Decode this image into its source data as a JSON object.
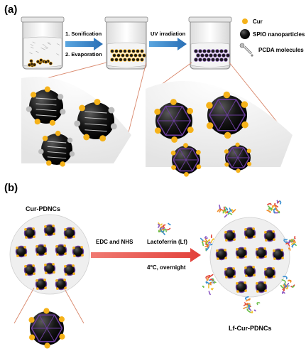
{
  "panel_a": {
    "label": "(a)",
    "step1_line1": "1. Sonification",
    "step1_line2": "2. Evaporation",
    "step2": "UV irradiation",
    "legend": {
      "cur": "Cur",
      "spio": "SPIO nanoparticles",
      "pcda": "PCDA molecules"
    }
  },
  "panel_b": {
    "label": "(b)",
    "left_title": "Cur-PDNCs",
    "arrow1": "EDC and NHS",
    "arrow2_line1": "Lactoferrin (Lf)",
    "arrow2_line2_prefix": "4",
    "arrow2_line2_super": "o",
    "arrow2_line2_suffix": "C, overnight",
    "right_title": "Lf-Cur-PDNCs"
  },
  "colors": {
    "cur": "#f5b21a",
    "spio": "#111111",
    "pcda": "#6a3d9a",
    "arrow_blue": "#2f7ec1",
    "arrow_red": "#e8504a",
    "fan_bg": "#eeeeee"
  }
}
